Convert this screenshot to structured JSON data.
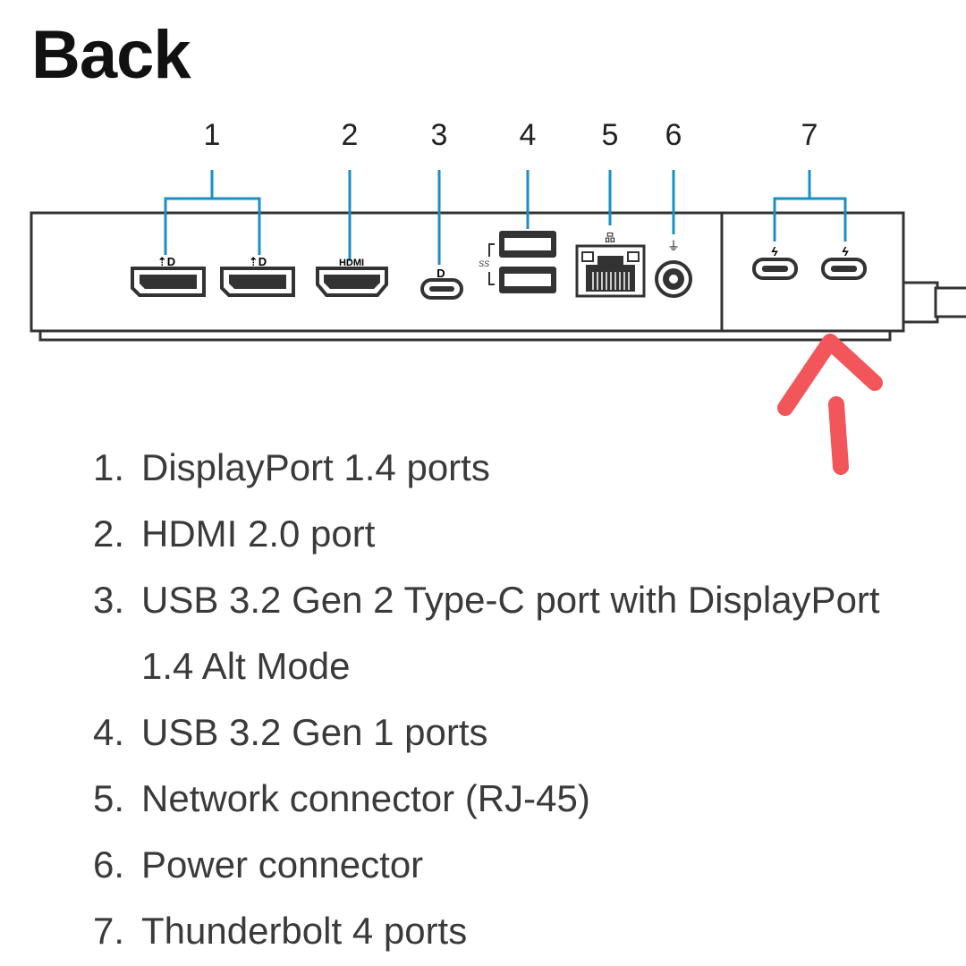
{
  "title": "Back",
  "diagram": {
    "callouts": [
      "1",
      "2",
      "3",
      "4",
      "5",
      "6",
      "7"
    ],
    "port_labels": {
      "hdmi": "HDMI",
      "usb_ss": "SS"
    },
    "annotation_color": "#f2555a",
    "leader_color": "#1a8fc4"
  },
  "items": [
    {
      "num": "1.",
      "text": "DisplayPort 1.4 ports"
    },
    {
      "num": "2.",
      "text": "HDMI 2.0 port"
    },
    {
      "num": "3.",
      "text": "USB 3.2 Gen 2 Type-C port with DisplayPort",
      "cont": "1.4 Alt Mode"
    },
    {
      "num": "4.",
      "text": "USB 3.2 Gen 1 ports"
    },
    {
      "num": "5.",
      "text": "Network connector (RJ-45)"
    },
    {
      "num": "6.",
      "text": "Power connector"
    },
    {
      "num": "7.",
      "text": "Thunderbolt 4 ports"
    }
  ]
}
